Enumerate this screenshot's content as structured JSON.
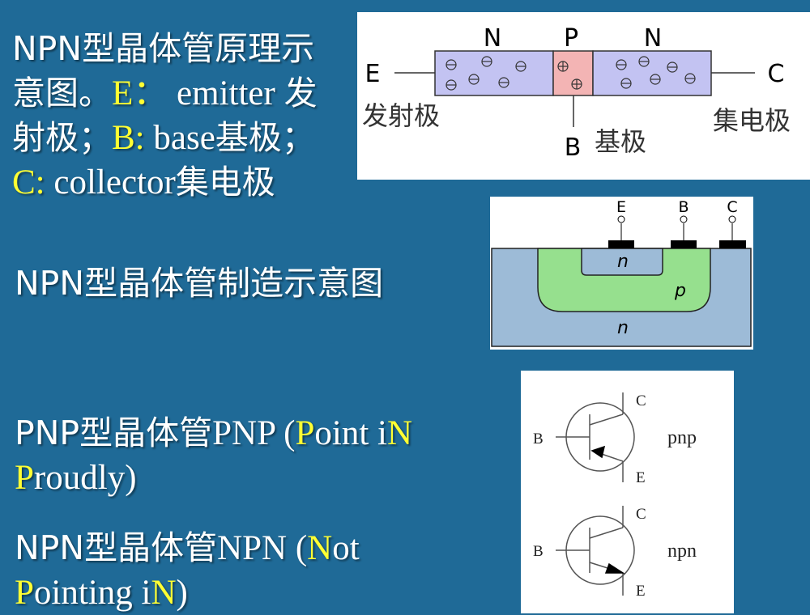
{
  "intro": {
    "l1": "NPN型晶体管原理示",
    "l2a": "意图。",
    "l2b": "E：",
    "l2c": " emitter ",
    "l2d": "发",
    "l3a": "射极；",
    "l3b": "B:",
    "l3c": " base",
    "l3d": "基极；",
    "l4a": "C:",
    "l4b": " collector",
    "l4c": "集电极"
  },
  "fab_caption": "NPN型晶体管制造示意图",
  "pnp": {
    "cn": "PNP型晶体管",
    "a": "PNP (",
    "b": "P",
    "c": "oint i",
    "d": "N",
    "e": "P",
    "f": "roudly)"
  },
  "npn": {
    "cn": "NPN型晶体管",
    "a": "NPN (",
    "b": "N",
    "c": "ot",
    "d": "P",
    "e": "ointing i",
    "f": "N",
    "g": ")"
  },
  "diagram1": {
    "regions": [
      "N",
      "P",
      "N"
    ],
    "emitter": "E",
    "collector": "C",
    "base": "B",
    "emitter_cn": "发射极",
    "base_cn": "基极",
    "collector_cn": "集电极",
    "colors": {
      "n": "#c3c3f2",
      "p": "#f3b4b4"
    }
  },
  "diagram2": {
    "terminals": [
      "E",
      "B",
      "C"
    ],
    "emitter_region": "n",
    "base_region": "p",
    "substrate": "n",
    "colors": {
      "substrate": "#9dbbd7",
      "p": "#96e08e"
    }
  },
  "diagram3": {
    "pnp": {
      "c": "C",
      "b": "B",
      "e": "E",
      "label": "pnp"
    },
    "npn": {
      "c": "C",
      "b": "B",
      "e": "E",
      "label": "npn"
    }
  }
}
